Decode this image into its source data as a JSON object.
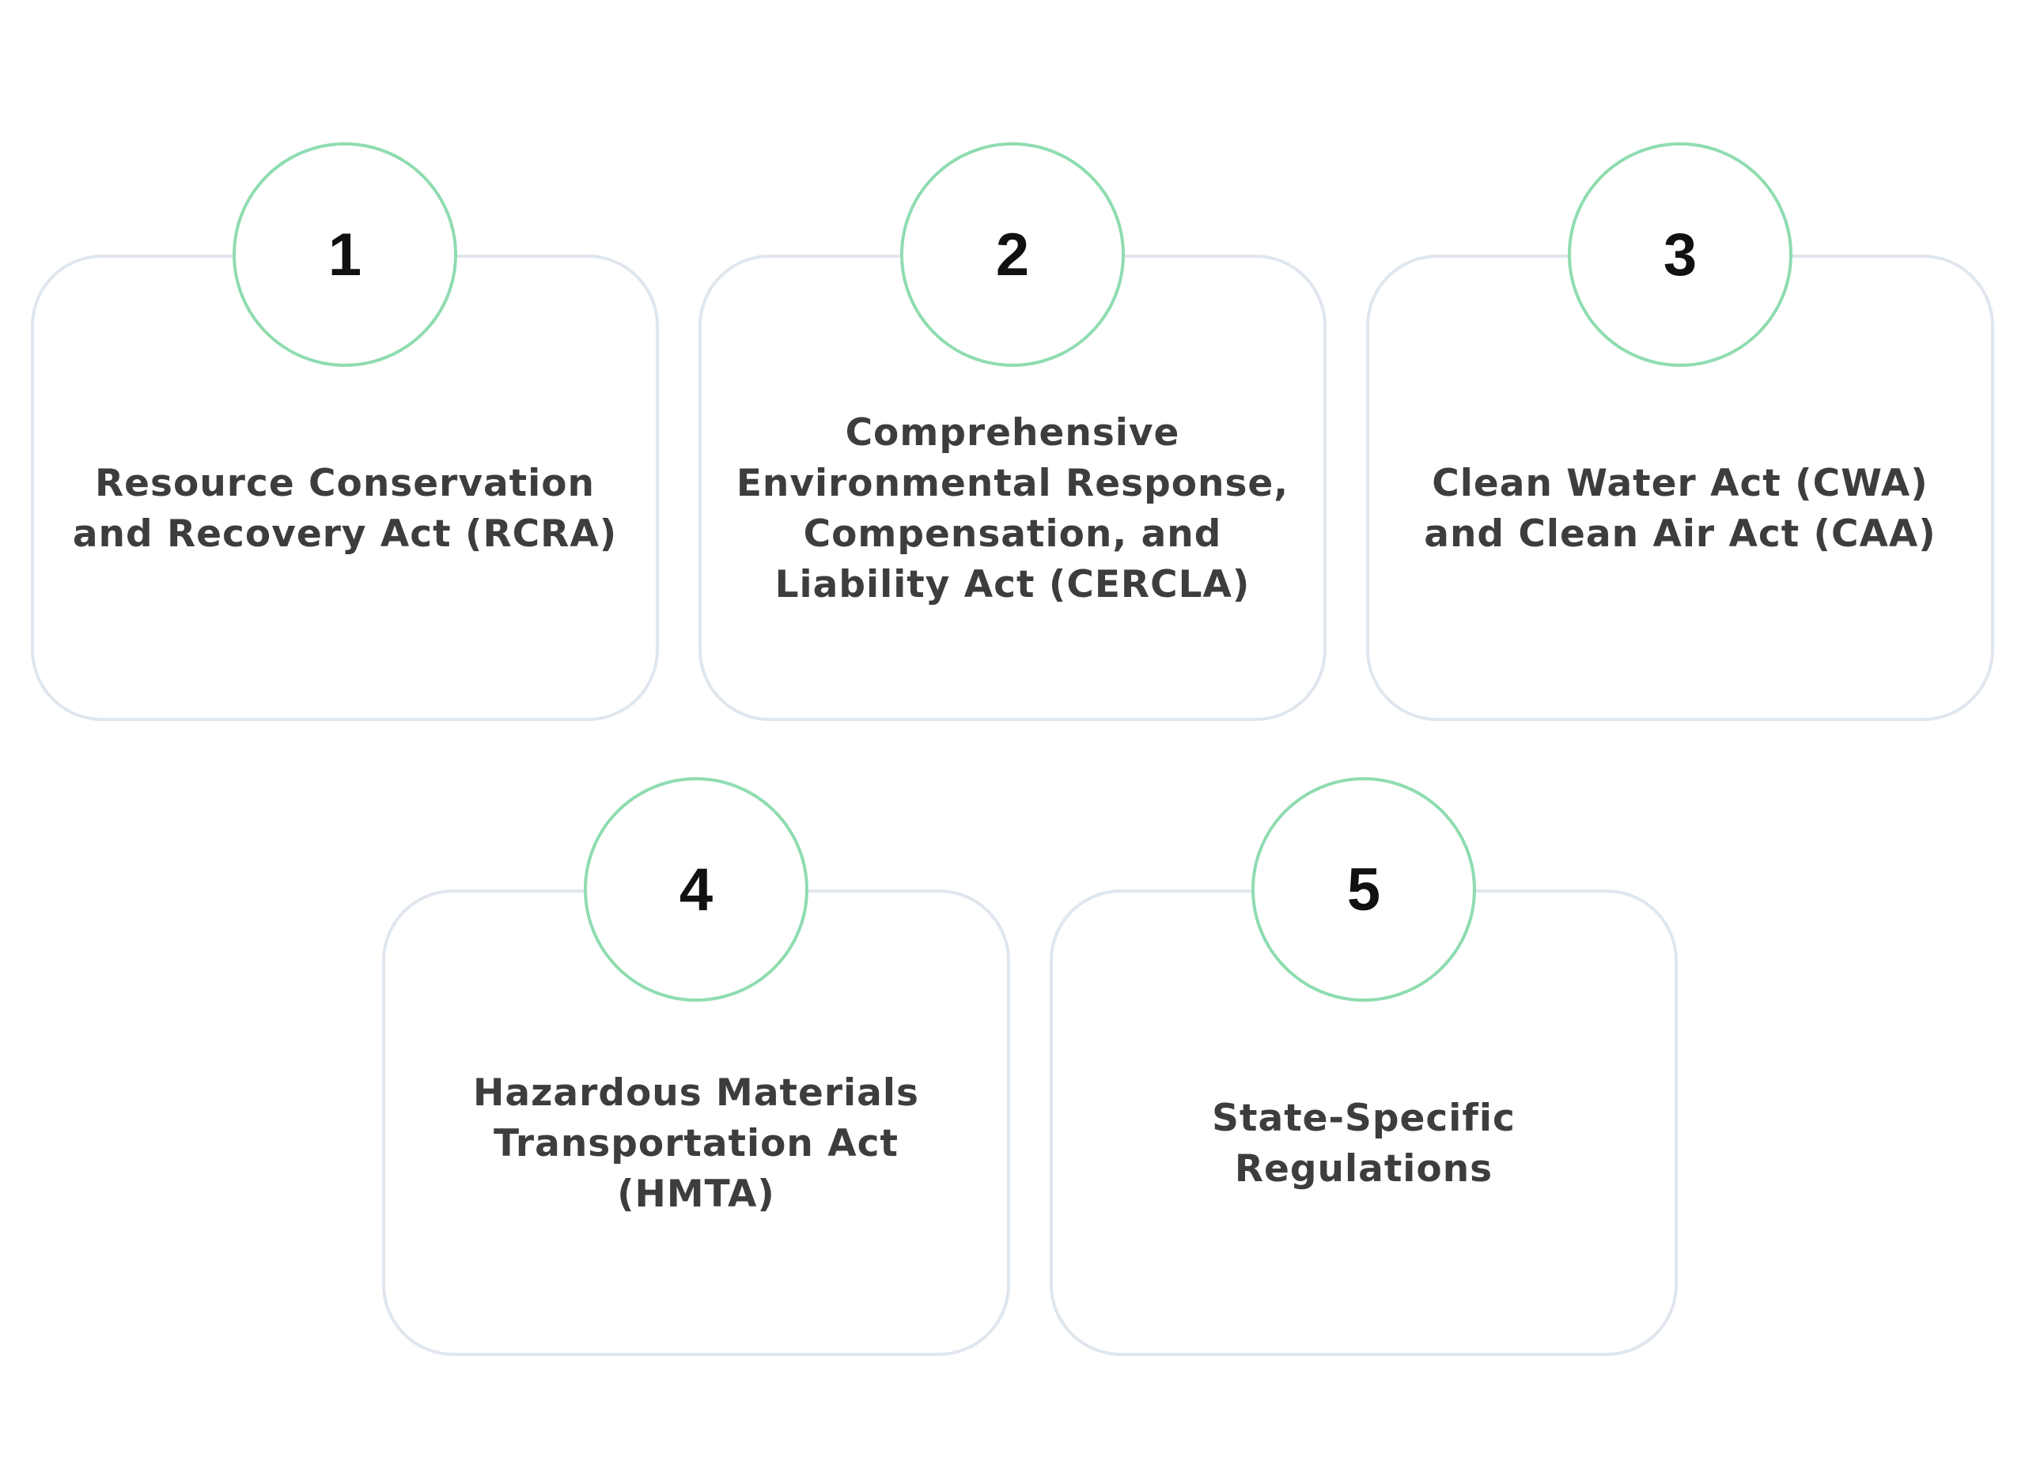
{
  "accent_color": "#8edcb0",
  "border_color": "#dfe6ee",
  "items": [
    {
      "number": "1",
      "lines": [
        "Resource Conservation",
        "and Recovery Act (RCRA)"
      ]
    },
    {
      "number": "2",
      "lines": [
        "Comprehensive",
        "Environmental Response,",
        "Compensation, and",
        "Liability Act (CERCLA)"
      ]
    },
    {
      "number": "3",
      "lines": [
        "Clean Water Act (CWA)",
        "and Clean Air Act (CAA)"
      ]
    },
    {
      "number": "4",
      "lines": [
        "Hazardous Materials",
        "Transportation Act",
        "(HMTA)"
      ]
    },
    {
      "number": "5",
      "lines": [
        "State-Specific",
        "Regulations"
      ]
    }
  ]
}
